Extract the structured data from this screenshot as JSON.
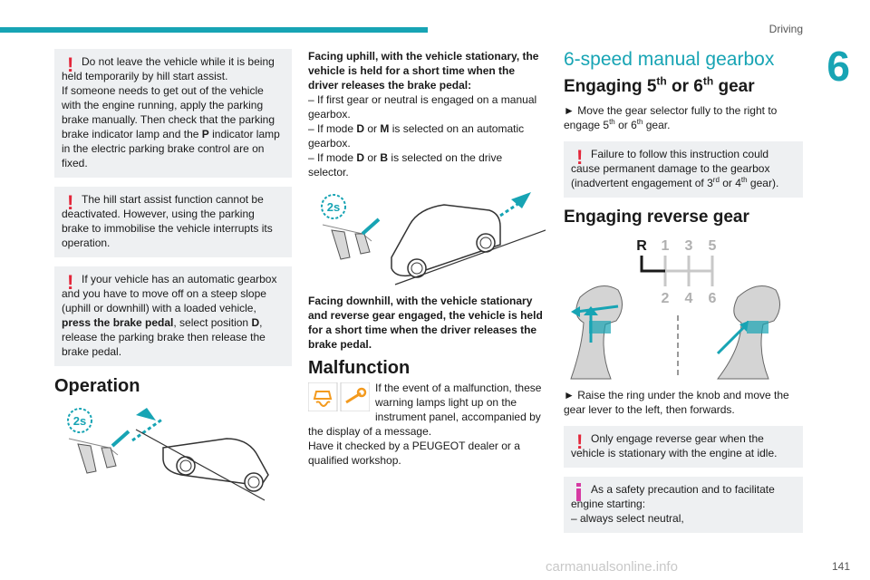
{
  "header": {
    "title": "Driving",
    "chapter": "6",
    "page": "141"
  },
  "watermark": "carmanualsonline.info",
  "col1": {
    "box1": {
      "lead": "Do not leave the vehicle while it is being held temporarily by hill start assist.",
      "body": "If someone needs to get out of the vehicle with the engine running, apply the parking brake manually. Then check that the parking brake indicator lamp and the ",
      "p": "P",
      "tail": " indicator lamp in the electric parking brake control are on fixed."
    },
    "box2": {
      "text": "The hill start assist function cannot be deactivated. However, using the parking brake to immobilise the vehicle interrupts its operation."
    },
    "box3": {
      "lead": "If your vehicle has an automatic gearbox and you have to move off on a steep slope (uphill or downhill) with a loaded vehicle, ",
      "bold": "press the brake pedal",
      "mid": ", select position ",
      "d": "D",
      "tail": ", release the parking brake then release the brake pedal."
    },
    "operation_heading": "Operation",
    "timer_label": "2s"
  },
  "col2": {
    "uphill_title": "Facing uphill, with the vehicle stationary, the vehicle is held for a short time when the driver releases the brake pedal:",
    "line1": "– If first gear or neutral is engaged on a manual gearbox.",
    "line2a": "– If mode ",
    "d": "D",
    "or": " or ",
    "m": "M",
    "line2b": " is selected on an automatic gearbox.",
    "line3a": "– If mode ",
    "d2": "D",
    "or2": " or ",
    "b": "B",
    "line3b": " is selected on the drive selector.",
    "timer_label": "2s",
    "downhill_title": "Facing downhill, with the vehicle stationary and reverse gear engaged, the vehicle is held for a short time when the driver releases the brake pedal.",
    "malfunction_heading": "Malfunction",
    "malfunction_text": "If the event of a malfunction, these warning lamps light up on the instrument panel, accompanied by the display of a message.",
    "malfunction_text2": "Have it checked by a PEUGEOT dealer or a qualified workshop."
  },
  "col3": {
    "section_heading": "6-speed manual gearbox",
    "engage56_a": "Engaging 5",
    "th1": "th",
    "engage56_b": " or 6",
    "th2": "th",
    "engage56_c": " gear",
    "move_a": "► Move the gear selector fully to the right to engage 5",
    "move_th1": "th",
    "move_b": " or 6",
    "move_th2": "th",
    "move_c": " gear.",
    "warn_a": "Failure to follow this instruction could cause permanent damage to the gearbox (inadvertent engagement of 3",
    "rd": "rd",
    "warn_b": " or 4",
    "th": "th",
    "warn_c": " gear).",
    "reverse_heading": "Engaging reverse gear",
    "gears": {
      "r": "R",
      "g1": "1",
      "g3": "3",
      "g5": "5",
      "g2": "2",
      "g4": "4",
      "g6": "6"
    },
    "raise_text": "► Raise the ring under the knob and move the gear lever to the left, then forwards.",
    "warn2": "Only engage reverse gear when the vehicle is stationary with the engine at idle.",
    "info_a": "As a safety precaution and to facilitate engine starting:",
    "info_b": "– always select neutral,"
  }
}
